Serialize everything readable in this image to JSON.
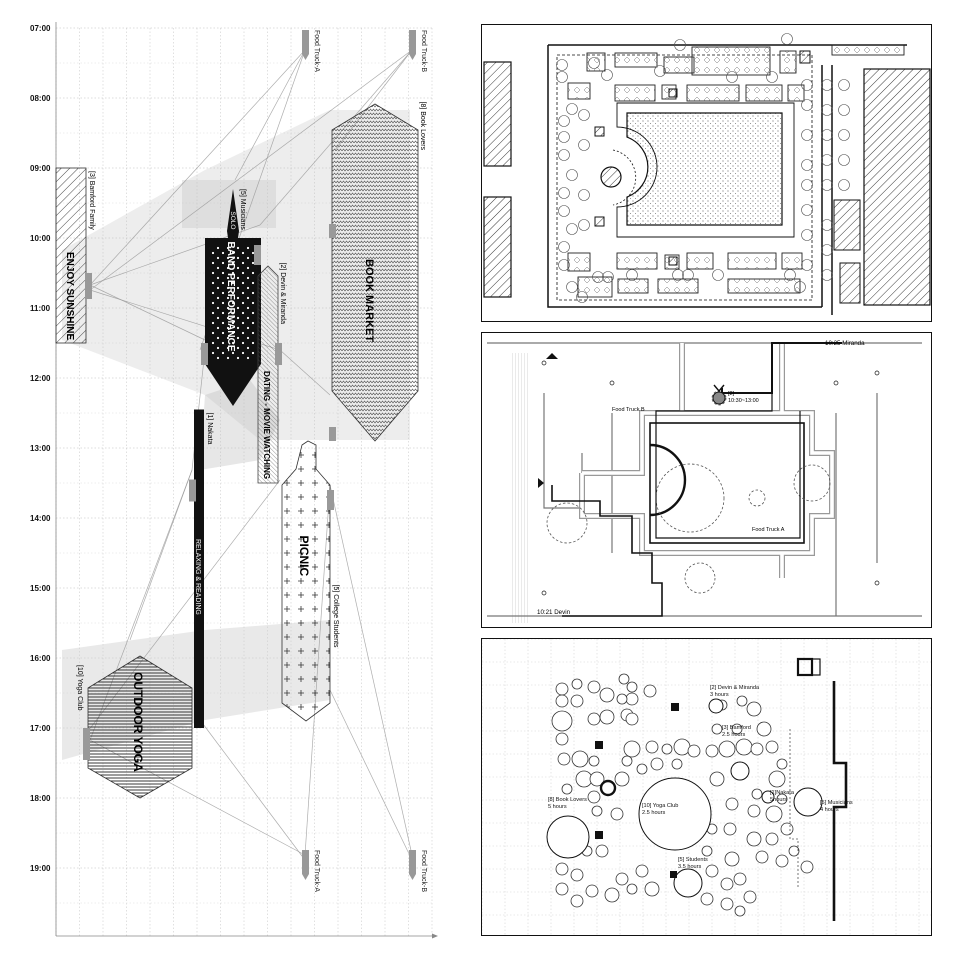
{
  "timeline": {
    "hours": [
      "07:00",
      "08:00",
      "09:00",
      "10:00",
      "11:00",
      "12:00",
      "13:00",
      "14:00",
      "15:00",
      "16:00",
      "17:00",
      "18:00",
      "19:00"
    ],
    "food_trucks": [
      {
        "label": "Food Truck-A",
        "slot": "top"
      },
      {
        "label": "Food Truck-B",
        "slot": "top"
      },
      {
        "label": "Food Truck-A",
        "slot": "bottom"
      },
      {
        "label": "Food Truck-B",
        "slot": "bottom"
      }
    ],
    "activities": [
      {
        "id": "enjoy-sunshine",
        "title": "ENJOY SUNSHINE",
        "group": "[3] Bamford Family",
        "start": 9.0,
        "end": 11.5
      },
      {
        "id": "band-performance",
        "title": "BAND PERFORMANCE",
        "sub": "SOLO",
        "group": "[5] Musicians",
        "start": 9.3,
        "end": 12.4
      },
      {
        "id": "relaxing-reading",
        "title": "RELAXING & READING",
        "group": "[1] Nakata",
        "start": 12.45,
        "end": 17.0
      },
      {
        "id": "dating",
        "title": "DATING - MOVIE WATCHING",
        "group": "[2] Devin & Miranda",
        "start": 10.4,
        "end": 13.5
      },
      {
        "id": "book-market",
        "title": "BOOK MARKET",
        "group": "[8] Book Lovers",
        "start": 8.0,
        "end": 12.9
      },
      {
        "id": "picnic",
        "title": "PICNIC",
        "group": "[5] College Students",
        "start": 12.9,
        "end": 16.9
      },
      {
        "id": "outdoor-yoga",
        "title": "OUTDOOR YOGA",
        "group": "[10] Yoga Club",
        "start": 16.0,
        "end": 18.0
      }
    ]
  },
  "routes_panel": {
    "labels": {
      "miranda": "10:25 Miranda",
      "devin": "10:21 Devin",
      "food_truck_a": "Food Truck A",
      "food_truck_b": "Food Truck B",
      "meet_num": "[2]",
      "meet_time": "10:30~13:00"
    }
  },
  "usage_panel": {
    "spots": [
      {
        "group": "[2] Devin & Miranda",
        "duration": "3 hours"
      },
      {
        "group": "[3] Bamford",
        "duration": "2.5 hours"
      },
      {
        "group": "[1]Nakata",
        "duration": "5hours"
      },
      {
        "group": "[5] Musicians",
        "duration": "4 hours"
      },
      {
        "group": "[8] Book Lovers",
        "duration": "5 hours"
      },
      {
        "group": "[10] Yoga Club",
        "duration": "2.5 hours"
      },
      {
        "group": "[5] Students",
        "duration": "3.5 hours"
      }
    ]
  }
}
